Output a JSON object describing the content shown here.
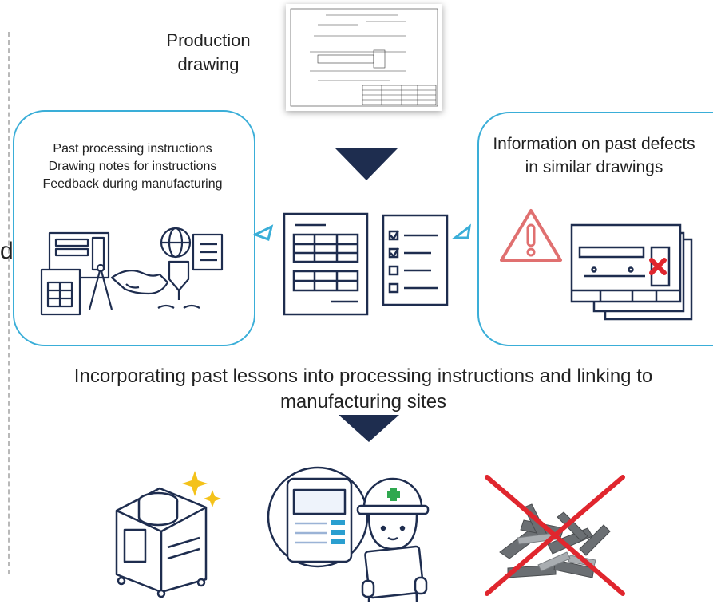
{
  "clipped_letter": "d",
  "production_drawing": {
    "label": "Production\ndrawing"
  },
  "left_panel": {
    "lines": [
      "Past processing instructions",
      "Drawing notes for instructions",
      "Feedback during manufacturing"
    ]
  },
  "right_panel": {
    "text": "Information on past defects in similar drawings"
  },
  "caption": "Incorporating past lessons into processing instructions and linking to manufacturing sites",
  "colors": {
    "navy": "#1e2d4f",
    "accent_blue": "#3aaed8",
    "warning_red": "#e07070",
    "cross_red": "#e0262e",
    "star_gold": "#f4c21a",
    "helmet_green": "#2fa84f"
  },
  "icons": [
    "dashed-divider",
    "production-drawing-thumbnail",
    "down-arrow-icon",
    "handshake-icon",
    "instruction-sheet-icon",
    "checklist-icon",
    "warning-icon",
    "defect-drawings-icon",
    "machine-icon",
    "worker-tablet-icon",
    "scrap-metal-crossed-icon"
  ]
}
